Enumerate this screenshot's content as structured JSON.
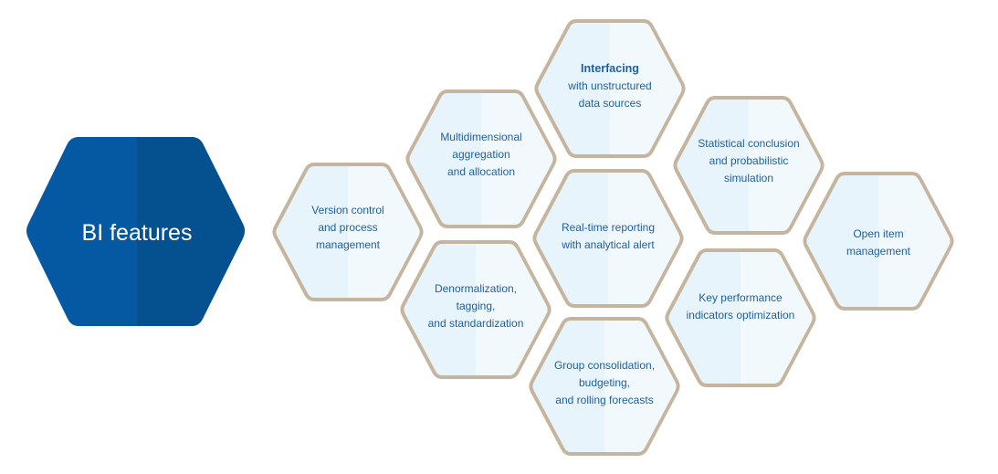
{
  "main": {
    "label": "BI features",
    "color": "#0559a2",
    "color_dark": "#05508f"
  },
  "colors": {
    "hex_fill": "#e8f4fb",
    "hex_fill_light": "#f2f9fd",
    "hex_border": "#c5b59f",
    "text": "#1f5f9a"
  },
  "features": [
    {
      "first": "Version control",
      "rest": "and process\nmanagement",
      "emphasis": false
    },
    {
      "first": "Multidimensional",
      "rest": "aggregation\nand allocation",
      "emphasis": false
    },
    {
      "first": "Interfacing",
      "rest": "with unstructured\ndata sources",
      "emphasis": true
    },
    {
      "first": "Statistical conclusion",
      "rest": "and probabilistic\nsimulation",
      "emphasis": false
    },
    {
      "first": "Real-time  reporting",
      "rest": "with analytical alert",
      "emphasis": false
    },
    {
      "first": "Open item",
      "rest": "management",
      "emphasis": false
    },
    {
      "first": "Denormalization,",
      "rest": "tagging,\nand standardization",
      "emphasis": false
    },
    {
      "first": "Key performance",
      "rest": "indicators optimization",
      "emphasis": false
    },
    {
      "first": "Group consolidation,",
      "rest": "budgeting,\nand rolling forecasts",
      "emphasis": false
    }
  ]
}
